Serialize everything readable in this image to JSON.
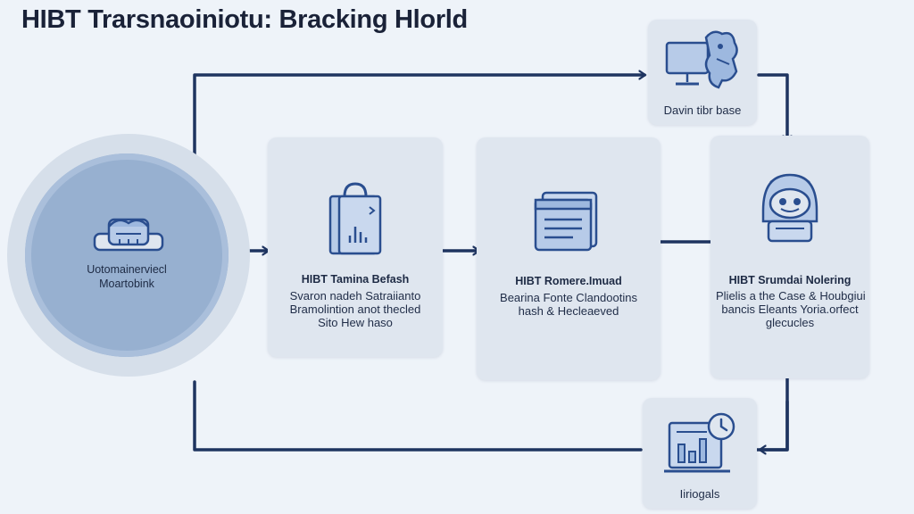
{
  "title": "HIBT Trarsnaoiniotu: Bracking Hlorld",
  "colors": {
    "background": "#eef3f9",
    "card": "#dfe6ef",
    "connector": "#1e3460",
    "icon_stroke": "#2a4e8f",
    "icon_fill": "#b7cbe8",
    "source_circle": "#97b0d0"
  },
  "source": {
    "icon": "storage-device-icon",
    "label_lines": [
      "Uotomainerviecl",
      "Moartobink"
    ]
  },
  "steps": [
    {
      "icon": "shopping-bag-chart-icon",
      "title": "HIBT Tamina Befash",
      "desc_lines": [
        "Svaron nadeh Satraiianto",
        "Bramolintion anot thecled",
        "Sito Hew haso"
      ]
    },
    {
      "icon": "document-stack-icon",
      "title": "HIBT Romere.Imuad",
      "desc_lines": [
        "Bearina Fonte Clandootins",
        "hash & Hecleaeved"
      ]
    },
    {
      "icon": "astronaut-helmet-icon",
      "title": "HIBT Srumdai Nolering",
      "desc_lines": [
        "Plielis a the Case & Houbgiui",
        "bancis Eleants Yoria.orfect",
        "glecucles"
      ]
    }
  ],
  "database_node": {
    "icon": "computer-monitor-icon",
    "label": "Davin tibr base"
  },
  "analytics_node": {
    "icon": "analytics-clock-icon",
    "label": "Iiriogals"
  }
}
